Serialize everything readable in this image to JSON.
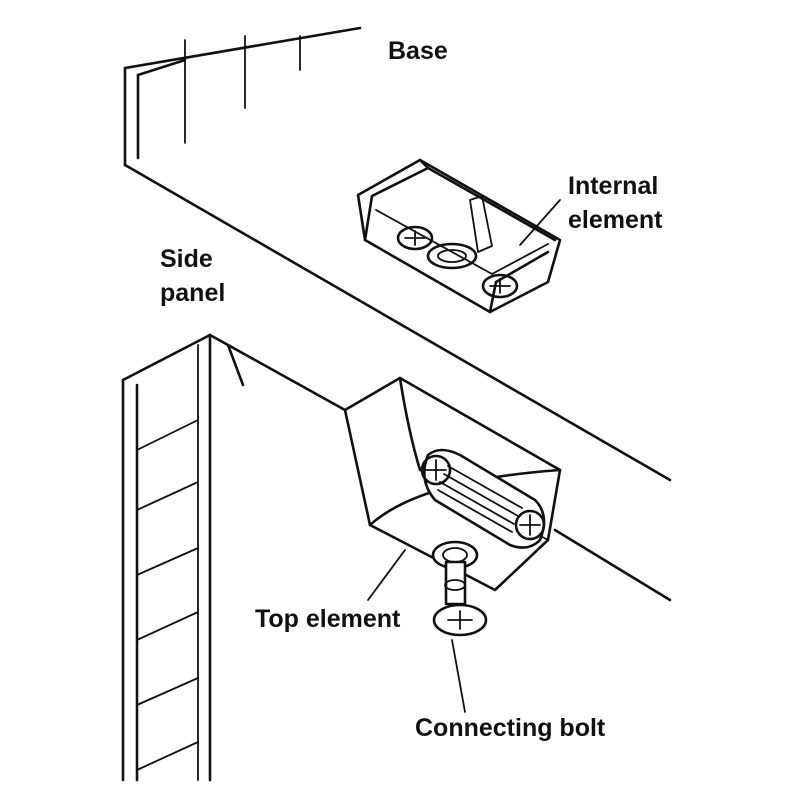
{
  "labels": {
    "base": "Base",
    "internal_element_line1": "Internal",
    "internal_element_line2": "element",
    "side_panel_line1": "Side",
    "side_panel_line2": "panel",
    "top_element": "Top element",
    "connecting_bolt": "Connecting bolt"
  },
  "colors": {
    "ink": "#111111",
    "paper": "#ffffff"
  }
}
